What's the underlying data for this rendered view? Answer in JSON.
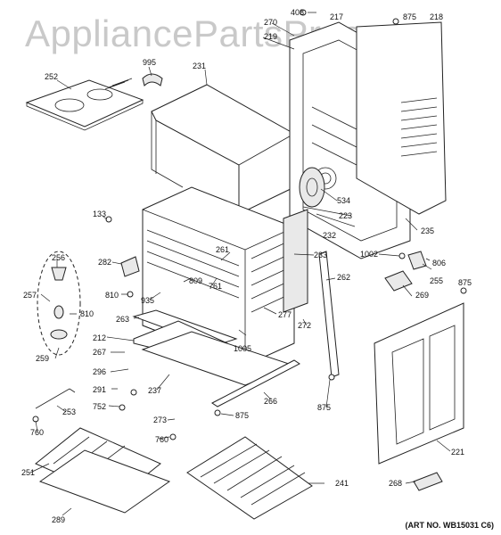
{
  "watermark": "AppliancePartsPros.com",
  "art_number": "(ART NO. WB15031 C6)",
  "labels": [
    {
      "id": "p252",
      "text": "252"
    },
    {
      "id": "p995",
      "text": "995"
    },
    {
      "id": "p231",
      "text": "231"
    },
    {
      "id": "p408",
      "text": "408"
    },
    {
      "id": "p270",
      "text": "270"
    },
    {
      "id": "p217",
      "text": "217"
    },
    {
      "id": "p875a",
      "text": "875"
    },
    {
      "id": "p218",
      "text": "218"
    },
    {
      "id": "p219",
      "text": "219"
    },
    {
      "id": "p133",
      "text": "133"
    },
    {
      "id": "p534",
      "text": "534"
    },
    {
      "id": "p223",
      "text": "223"
    },
    {
      "id": "p235",
      "text": "235"
    },
    {
      "id": "p232",
      "text": "232"
    },
    {
      "id": "p256",
      "text": "256"
    },
    {
      "id": "p282",
      "text": "282"
    },
    {
      "id": "p261",
      "text": "261"
    },
    {
      "id": "p233",
      "text": "233"
    },
    {
      "id": "p1002",
      "text": "1002"
    },
    {
      "id": "p806",
      "text": "806"
    },
    {
      "id": "p255",
      "text": "255"
    },
    {
      "id": "p875b",
      "text": "875"
    },
    {
      "id": "p262",
      "text": "262"
    },
    {
      "id": "p809",
      "text": "809"
    },
    {
      "id": "p761",
      "text": "761"
    },
    {
      "id": "p810a",
      "text": "810"
    },
    {
      "id": "p257",
      "text": "257"
    },
    {
      "id": "p810b",
      "text": "810"
    },
    {
      "id": "p935",
      "text": "935"
    },
    {
      "id": "p269",
      "text": "269"
    },
    {
      "id": "p277",
      "text": "277"
    },
    {
      "id": "p263",
      "text": "263"
    },
    {
      "id": "p272",
      "text": "272"
    },
    {
      "id": "p212",
      "text": "212"
    },
    {
      "id": "p1005",
      "text": "1005"
    },
    {
      "id": "p259",
      "text": "259"
    },
    {
      "id": "p267",
      "text": "267"
    },
    {
      "id": "p296",
      "text": "296"
    },
    {
      "id": "p291",
      "text": "291"
    },
    {
      "id": "p237",
      "text": "237"
    },
    {
      "id": "p266",
      "text": "266"
    },
    {
      "id": "p875c",
      "text": "875"
    },
    {
      "id": "p752",
      "text": "752"
    },
    {
      "id": "p253",
      "text": "253"
    },
    {
      "id": "p875d",
      "text": "875"
    },
    {
      "id": "p273",
      "text": "273"
    },
    {
      "id": "p760a",
      "text": "760"
    },
    {
      "id": "p760b",
      "text": "760"
    },
    {
      "id": "p221",
      "text": "221"
    },
    {
      "id": "p251",
      "text": "251"
    },
    {
      "id": "p241",
      "text": "241"
    },
    {
      "id": "p268",
      "text": "268"
    },
    {
      "id": "p289",
      "text": "289"
    }
  ]
}
